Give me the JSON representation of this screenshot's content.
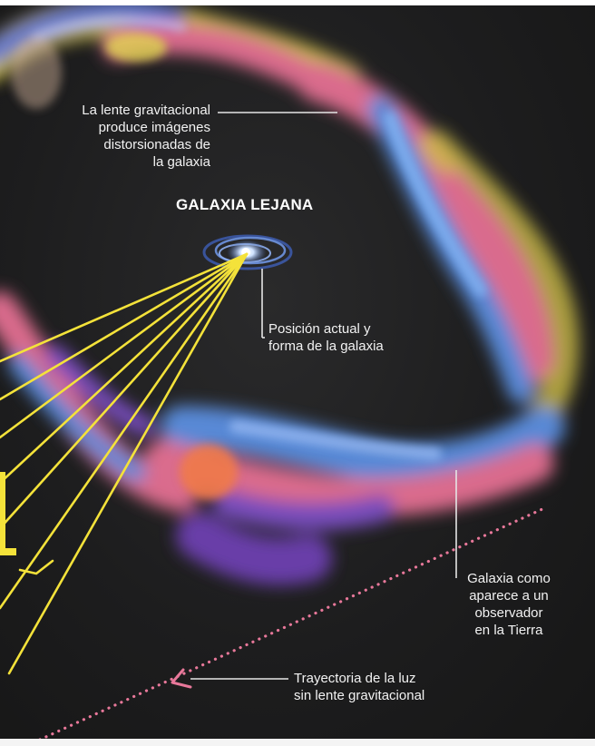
{
  "diagram": {
    "labels": {
      "lens_note": [
        "La lente gravitacional",
        "produce imágenes",
        "distorsionadas de",
        "la galaxia"
      ],
      "distant_galaxy": "GALAXIA LEJANA",
      "actual_position": [
        "Posición actual y",
        "forma de la galaxia"
      ],
      "observed_galaxy": [
        "Galaxia como",
        "aparece a un",
        "observador",
        "en la Tierra"
      ],
      "light_path": [
        "Trayectoria de la luz",
        "sin lente gravitacional"
      ]
    },
    "colors": {
      "background": "#1e1e1f",
      "light_rays": "#f4e23a",
      "path_dots": "#e8789a",
      "ring_blue": "#5b8fe0",
      "ring_pink": "#e46f93",
      "ring_violet": "#7d4fc4",
      "ring_orange": "#f07a4a",
      "ring_yellow": "#d9c84a",
      "galaxy_glow": "#9fc4ff"
    },
    "elements": {
      "lens_ring": "einstein-ring-lensed-image",
      "galaxy_icon": "spiral-galaxy-icon",
      "rays": "light-rays",
      "path": "dotted-trajectory-line",
      "arrow": "arrowhead-icon"
    }
  }
}
